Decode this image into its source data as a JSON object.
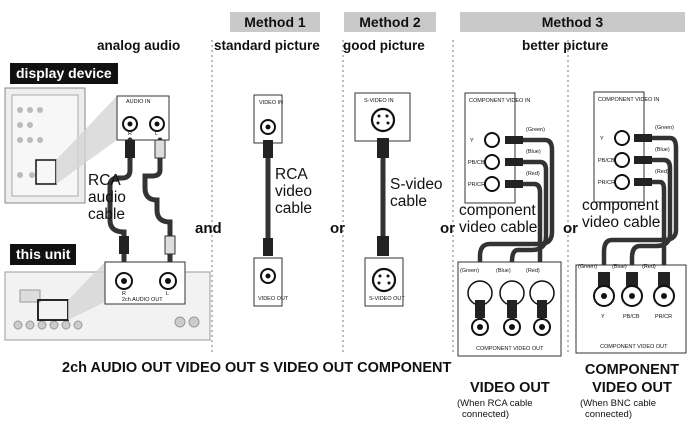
{
  "headers": {
    "method1": "Method 1",
    "method2": "Method 2",
    "method3": "Method 3",
    "analog_audio": "analog audio",
    "standard_picture": "standard picture",
    "good_picture": "good picture",
    "better_picture": "better picture"
  },
  "tags": {
    "display_device": "display device",
    "this_unit": "this unit"
  },
  "jacks": {
    "audio_in": "AUDIO IN",
    "video_in": "VIDEO IN",
    "svideo_in": "S-VIDEO IN",
    "component_in": "COMPONENT VIDEO IN",
    "audio_out": "2ch AUDIO OUT",
    "video_out": "VIDEO OUT",
    "svideo_out": "S-VIDEO OUT",
    "component_out": "COMPONENT VIDEO OUT",
    "y": "Y",
    "pb": "PB/CB",
    "pr": "PR/CR",
    "green": "(Green)",
    "blue": "(Blue)",
    "red": "(Red)",
    "l": "L",
    "r": "R"
  },
  "cables": {
    "rca_audio": [
      "RCA",
      "audio",
      "cable"
    ],
    "rca_video": [
      "RCA",
      "video",
      "cable"
    ],
    "svideo": [
      "S-video",
      "cable"
    ],
    "component1": [
      "component",
      "video cable"
    ],
    "component2": [
      "component",
      "video cable"
    ]
  },
  "connectors": {
    "and": "and",
    "or1": "or",
    "or2": "or",
    "or3": "or"
  },
  "bottom": {
    "line": "2ch AUDIO OUT VIDEO OUT S VIDEO OUT COMPONENT",
    "video_out": "VIDEO OUT",
    "component_line1": "COMPONENT",
    "component_line2": "VIDEO OUT",
    "note_rca": [
      "(When RCA cable",
      "connected)"
    ],
    "note_bnc": [
      "(When BNC cable",
      "connected)"
    ]
  }
}
